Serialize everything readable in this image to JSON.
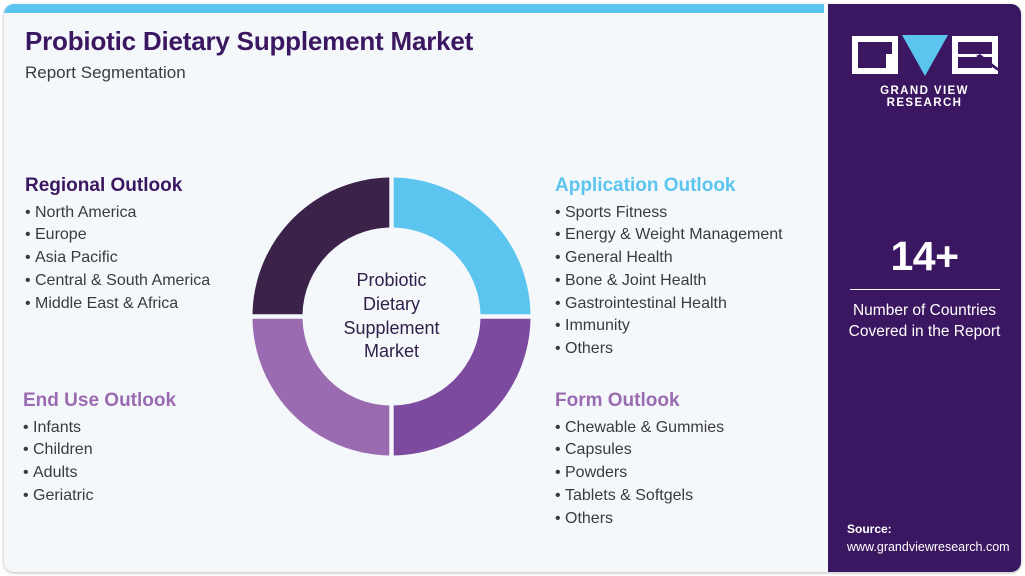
{
  "header": {
    "title": "Probiotic Dietary Supplement Market",
    "subtitle": "Report Segmentation"
  },
  "colors": {
    "accent_blue": "#5bc5ef",
    "dark_purple": "#3c1761",
    "mid_purple": "#7c4a9e",
    "light_purple": "#9a6bb0",
    "panel_bg": "#f4f8fb",
    "body_text": "#3b3b3b"
  },
  "donut": {
    "center_lines": [
      "Probiotic",
      "Dietary",
      "Supplement",
      "Market"
    ],
    "segments": [
      {
        "name": "Application Outlook",
        "color": "#5bc5ef",
        "share": 25
      },
      {
        "name": "Form Outlook",
        "color": "#7c4a9e",
        "share": 25
      },
      {
        "name": "End Use Outlook",
        "color": "#9a6bb0",
        "share": 25
      },
      {
        "name": "Regional Outlook",
        "color": "#3b2249",
        "share": 25
      }
    ]
  },
  "outlooks": {
    "regional": {
      "title": "Regional Outlook",
      "items": [
        "North America",
        "Europe",
        "Asia Pacific",
        "Central & South America",
        "Middle East & Africa"
      ]
    },
    "application": {
      "title": "Application Outlook",
      "items": [
        "Sports Fitness",
        "Energy & Weight Management",
        "General Health",
        "Bone & Joint Health",
        "Gastrointestinal Health",
        "Immunity",
        "Others"
      ]
    },
    "end_use": {
      "title": "End Use Outlook",
      "items": [
        "Infants",
        "Children",
        "Adults",
        "Geriatric"
      ]
    },
    "form": {
      "title": "Form Outlook",
      "items": [
        "Chewable & Gummies",
        "Capsules",
        "Powders",
        "Tablets & Softgels",
        "Others"
      ]
    }
  },
  "side_panel": {
    "logo_wordmark": "GRAND VIEW RESEARCH",
    "stat_value": "14+",
    "stat_caption_line1": "Number of Countries",
    "stat_caption_line2": "Covered in the Report",
    "source_label": "Source:",
    "source_url": "www.grandviewresearch.com"
  }
}
